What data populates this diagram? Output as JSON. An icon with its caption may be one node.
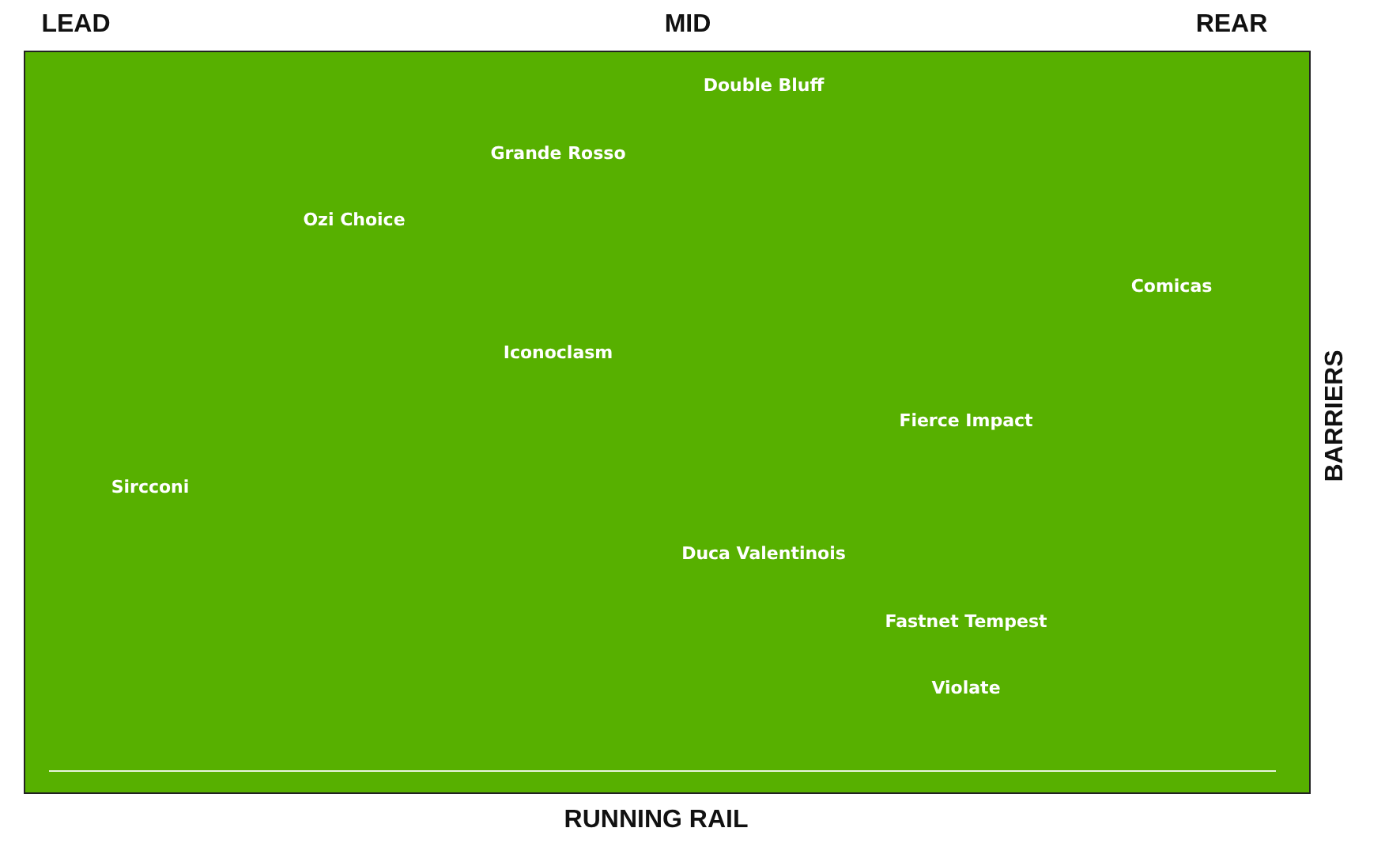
{
  "diagram": {
    "labels": [
      "LEAD",
      "MID",
      "REAR",
      "BARRIERS",
      "RUNNING RAIL",
      "Double Bluff",
      "Grande Rosso",
      "Ozi Choice",
      "Comicas",
      "Iconoclasm",
      "Fierce Impact",
      "Sircconi",
      "Duca Valentinois",
      "Fastnet Tempest",
      "Violate"
    ]
  }
}
